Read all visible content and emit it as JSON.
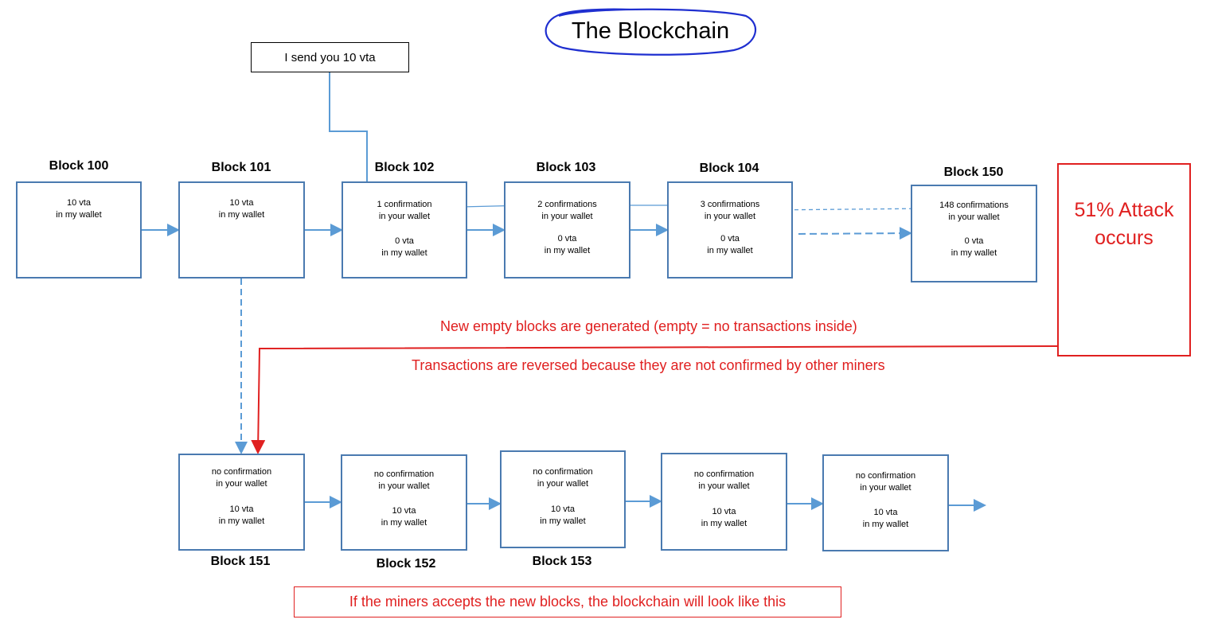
{
  "title": "The Blockchain",
  "send_note": "I send you 10 vta",
  "top_chain": [
    {
      "label": "Block 100",
      "line1": "10 vta",
      "line2": "in my wallet",
      "line3": "",
      "line4": ""
    },
    {
      "label": "Block 101",
      "line1": "10 vta",
      "line2": "in my wallet",
      "line3": "",
      "line4": ""
    },
    {
      "label": "Block 102",
      "line1": "1 confirmation",
      "line2": "in your wallet",
      "line3": "0 vta",
      "line4": "in my wallet"
    },
    {
      "label": "Block 103",
      "line1": "2 confirmations",
      "line2": "in your wallet",
      "line3": "0 vta",
      "line4": "in my wallet"
    },
    {
      "label": "Block 104",
      "line1": "3 confirmations",
      "line2": "in your wallet",
      "line3": "0 vta",
      "line4": "in my wallet"
    },
    {
      "label": "Block 150",
      "line1": "148 confirmations",
      "line2": "in your wallet",
      "line3": "0 vta",
      "line4": "in my wallet"
    }
  ],
  "attack": {
    "line1": "51% Attack",
    "line2": "occurs"
  },
  "notes": {
    "empty_blocks": "New empty blocks are generated (empty = no transactions inside)",
    "reversed": "Transactions are reversed because they are not confirmed by other miners",
    "bottom": "If the miners accepts the new blocks, the blockchain will look like this"
  },
  "bottom_chain": [
    {
      "label": "Block 151",
      "line1": "no confirmation",
      "line2": "in your wallet",
      "line3": "10 vta",
      "line4": "in my wallet"
    },
    {
      "label": "Block 152",
      "line1": "no confirmation",
      "line2": "in your wallet",
      "line3": "10 vta",
      "line4": "in my wallet"
    },
    {
      "label": "Block 153",
      "line1": "no confirmation",
      "line2": "in your wallet",
      "line3": "10 vta",
      "line4": "in my wallet"
    },
    {
      "label": "",
      "line1": "no confirmation",
      "line2": "in your wallet",
      "line3": "10 vta",
      "line4": "in my wallet"
    },
    {
      "label": "",
      "line1": "no confirmation",
      "line2": "in your wallet",
      "line3": "10 vta",
      "line4": "in my wallet"
    }
  ],
  "colors": {
    "block_border": "#4a7ab0",
    "arrow": "#5b9bd5",
    "attack": "#e02020",
    "title_ellipse": "#1f2fd0"
  }
}
